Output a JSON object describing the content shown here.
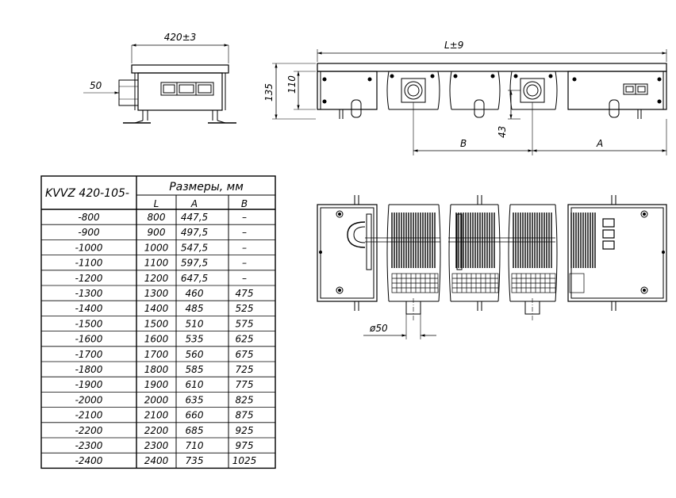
{
  "drawing": {
    "side_view": {
      "width_dim": "420±3",
      "inlet_dim": "50"
    },
    "front_view": {
      "length_dim": "L±9",
      "height_outer": "135",
      "height_inner": "110",
      "pipe_offset": "43",
      "dim_b": "B",
      "dim_a": "A"
    },
    "plan_view": {
      "diameter_dim": "ø50"
    }
  },
  "table": {
    "model": "KVVZ 420-105-",
    "group_header": "Размеры, мм",
    "columns": [
      "L",
      "A",
      "B"
    ],
    "rows": [
      [
        "-800",
        "800",
        "447,5",
        "–"
      ],
      [
        "-900",
        "900",
        "497,5",
        "–"
      ],
      [
        "-1000",
        "1000",
        "547,5",
        "–"
      ],
      [
        "-1100",
        "1100",
        "597,5",
        "–"
      ],
      [
        "-1200",
        "1200",
        "647,5",
        "–"
      ],
      [
        "-1300",
        "1300",
        "460",
        "475"
      ],
      [
        "-1400",
        "1400",
        "485",
        "525"
      ],
      [
        "-1500",
        "1500",
        "510",
        "575"
      ],
      [
        "-1600",
        "1600",
        "535",
        "625"
      ],
      [
        "-1700",
        "1700",
        "560",
        "675"
      ],
      [
        "-1800",
        "1800",
        "585",
        "725"
      ],
      [
        "-1900",
        "1900",
        "610",
        "775"
      ],
      [
        "-2000",
        "2000",
        "635",
        "825"
      ],
      [
        "-2100",
        "2100",
        "660",
        "875"
      ],
      [
        "-2200",
        "2200",
        "685",
        "925"
      ],
      [
        "-2300",
        "2300",
        "710",
        "975"
      ],
      [
        "-2400",
        "2400",
        "735",
        "1025"
      ]
    ]
  }
}
